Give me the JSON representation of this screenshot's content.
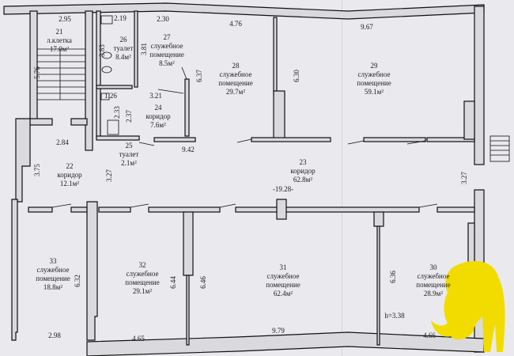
{
  "rooms": [
    {
      "id": "21",
      "name": [
        "л.клетка"
      ],
      "area": "17.0м²"
    },
    {
      "id": "22",
      "name": [
        "коридор"
      ],
      "area": "12.1м²"
    },
    {
      "id": "23",
      "name": [
        "коридор"
      ],
      "area": "62.8м²"
    },
    {
      "id": "24",
      "name": [
        "коридор"
      ],
      "area": "7.6м²"
    },
    {
      "id": "25",
      "name": [
        "туалет"
      ],
      "area": "2.1м²"
    },
    {
      "id": "26",
      "name": [
        "туалет"
      ],
      "area": "8.4м²"
    },
    {
      "id": "27",
      "name": [
        "служебное",
        "помещение"
      ],
      "area": "8.5м²"
    },
    {
      "id": "28",
      "name": [
        "служебное",
        "помещение"
      ],
      "area": "29.7м²"
    },
    {
      "id": "29",
      "name": [
        "служебное",
        "помещение"
      ],
      "area": "59.1м²"
    },
    {
      "id": "30",
      "name": [
        "служебное",
        "помещение"
      ],
      "area": "28.9м²"
    },
    {
      "id": "31",
      "name": [
        "служебное",
        "помещение"
      ],
      "area": "62.4м²"
    },
    {
      "id": "32",
      "name": [
        "служебное",
        "помещение"
      ],
      "area": "29.1м²"
    },
    {
      "id": "33",
      "name": [
        "служебное",
        "помещение"
      ],
      "area": "18.8м²"
    }
  ],
  "dimensions": [
    "2.95",
    "5.76",
    "2.19",
    "3.83",
    "2.30",
    "3.81",
    "6.37",
    "4.76",
    "6.30",
    "9.67",
    "1.26",
    "2.33",
    "2.37",
    "3.21",
    "9.42",
    "2.84",
    "3.75",
    "3.27",
    "3.27",
    "-19.28-",
    "6.32",
    "6.44",
    "6.46",
    "6.36",
    "h=3.38",
    "2.98",
    "4.65",
    "9.79",
    "4.66"
  ],
  "colors": {
    "wall": "#d9d9de",
    "line": "#111111",
    "background": "#e9e9ee",
    "logo": "#f2dc00"
  }
}
